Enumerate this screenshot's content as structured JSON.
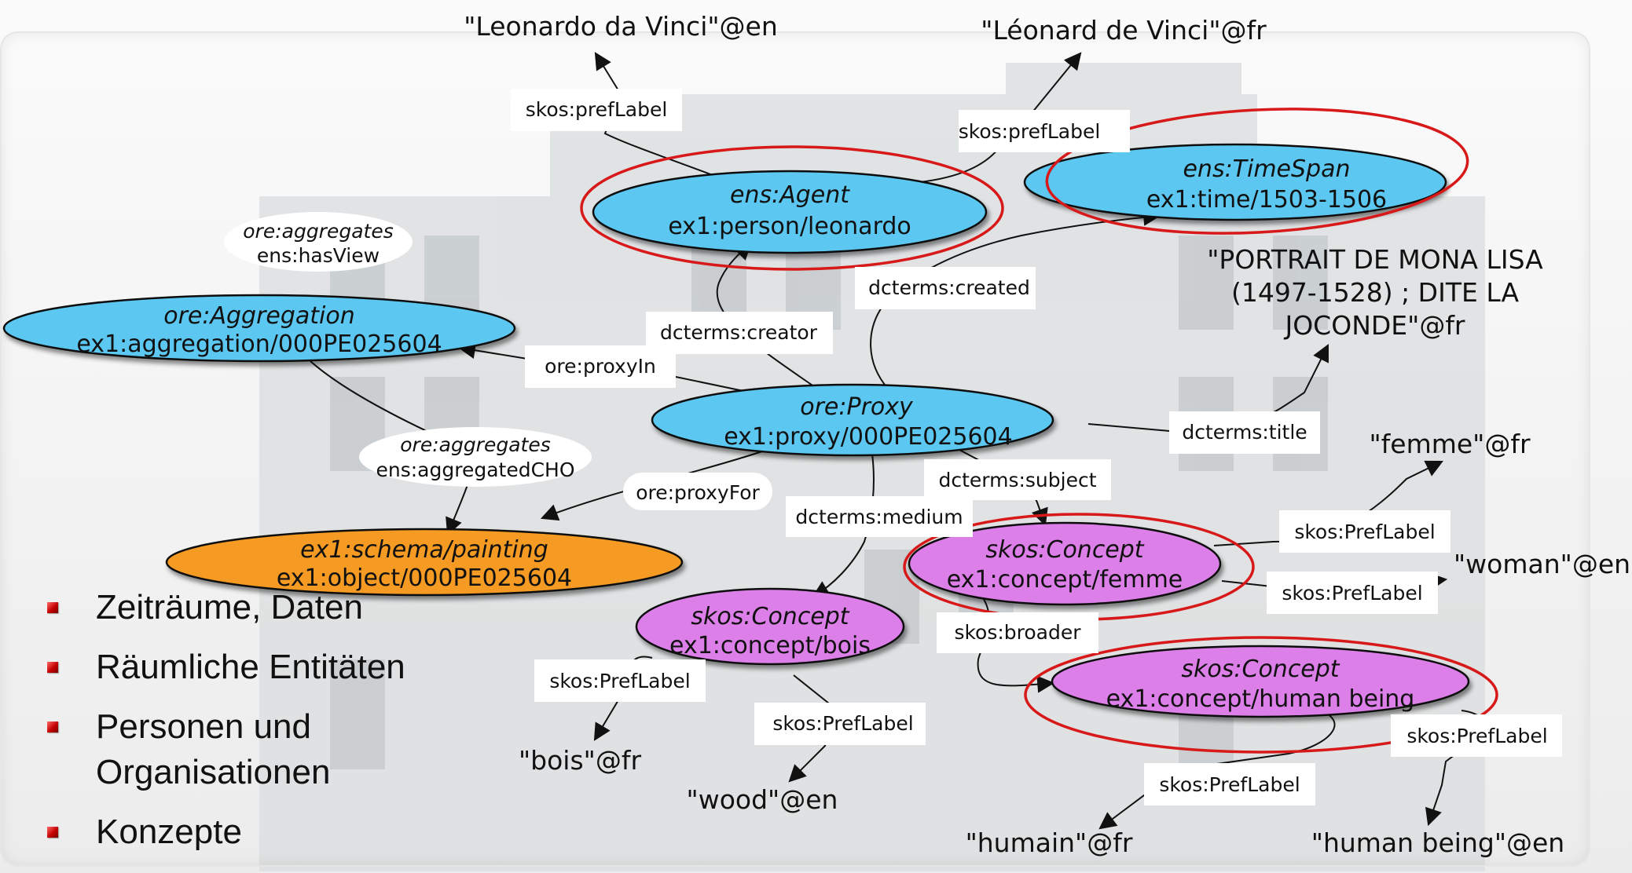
{
  "slide": {
    "bullets": [
      {
        "lines": [
          "Zeiträume, Daten"
        ]
      },
      {
        "lines": [
          "Räumliche Entitäten"
        ]
      },
      {
        "lines": [
          "Personen und",
          "Organisationen"
        ]
      },
      {
        "lines": [
          "Konzepte"
        ]
      }
    ]
  },
  "colors": {
    "blue_node": "#5bc8f2",
    "orange_node": "#f59a23",
    "purple_node": "#dc7fe8",
    "highlight_ring": "#d8191a",
    "edge": "#111111",
    "label_box": "#ffffff",
    "bullet": "#c40000"
  },
  "diagram": {
    "nodes": [
      {
        "id": "agent",
        "type_label": "ens:Agent",
        "uri": "ex1:person/leonardo",
        "fill": "blue",
        "highlighted": true
      },
      {
        "id": "timespan",
        "type_label": "ens:TimeSpan",
        "uri": "ex1:time/1503-1506",
        "fill": "blue",
        "highlighted": true
      },
      {
        "id": "aggregation",
        "type_label": "ore:Aggregation",
        "uri": "ex1:aggregation/000PE025604",
        "fill": "blue",
        "highlighted": false
      },
      {
        "id": "proxy",
        "type_label": "ore:Proxy",
        "uri": "ex1:proxy/000PE025604",
        "fill": "blue",
        "highlighted": false
      },
      {
        "id": "painting",
        "type_label": "ex1:schema/painting",
        "uri": "ex1:object/000PE025604",
        "fill": "orange",
        "highlighted": false
      },
      {
        "id": "concept_bois",
        "type_label": "skos:Concept",
        "uri": "ex1:concept/bois",
        "fill": "purple",
        "highlighted": false
      },
      {
        "id": "concept_femme",
        "type_label": "skos:Concept",
        "uri": "ex1:concept/femme",
        "fill": "purple",
        "highlighted": true
      },
      {
        "id": "concept_human",
        "type_label": "skos:Concept",
        "uri": "ex1:concept/human being",
        "fill": "purple",
        "highlighted": true
      }
    ],
    "literals": [
      {
        "id": "lit_leonardo_en",
        "text": "\"Leonardo da Vinci\"@en"
      },
      {
        "id": "lit_leonard_fr",
        "text": "\"Léonard de Vinci\"@fr"
      },
      {
        "id": "lit_title",
        "lines": [
          "\"PORTRAIT DE MONA LISA",
          "(1497-1528) ; DITE LA",
          "JOCONDE\"@fr"
        ]
      },
      {
        "id": "lit_femme_fr",
        "text": "\"femme\"@fr"
      },
      {
        "id": "lit_woman_en",
        "text": "\"woman\"@en"
      },
      {
        "id": "lit_bois_fr",
        "text": "\"bois\"@fr"
      },
      {
        "id": "lit_wood_en",
        "text": "\"wood\"@en"
      },
      {
        "id": "lit_humain_fr",
        "text": "\"humain\"@fr"
      },
      {
        "id": "lit_human_en",
        "text": "\"human being\"@en"
      }
    ],
    "edge_labels": [
      {
        "id": "el_preflabel_agent_en",
        "text": "skos:prefLabel"
      },
      {
        "id": "el_preflabel_agent_fr",
        "text": "skos:prefLabel"
      },
      {
        "id": "el_created",
        "text": "dcterms:created"
      },
      {
        "id": "el_creator",
        "text": "dcterms:creator"
      },
      {
        "id": "el_proxyin",
        "text": "ore:proxyIn"
      },
      {
        "id": "el_title",
        "text": "dcterms:title"
      },
      {
        "id": "el_subject",
        "text": "dcterms:subject"
      },
      {
        "id": "el_proxyfor",
        "text": "ore:proxyFor"
      },
      {
        "id": "el_medium",
        "text": "dcterms:medium"
      },
      {
        "id": "el_femme_preflabel_fr",
        "text": "skos:PrefLabel"
      },
      {
        "id": "el_femme_preflabel_en",
        "text": "skos:PrefLabel"
      },
      {
        "id": "el_broader",
        "text": "skos:broader"
      },
      {
        "id": "el_bois_preflabel_fr",
        "text": "skos:PrefLabel"
      },
      {
        "id": "el_bois_preflabel_en",
        "text": "skos:PrefLabel"
      },
      {
        "id": "el_human_preflabel_en",
        "text": "skos:PrefLabel"
      },
      {
        "id": "el_human_preflabel_fr",
        "text": "skos:PrefLabel"
      }
    ],
    "bubble_labels": [
      {
        "id": "bl_hasview",
        "italic": "ore:aggregates",
        "plain": "ens:hasView"
      },
      {
        "id": "bl_aggcho",
        "italic": "ore:aggregates",
        "plain": "ens:aggregatedCHO"
      }
    ]
  }
}
